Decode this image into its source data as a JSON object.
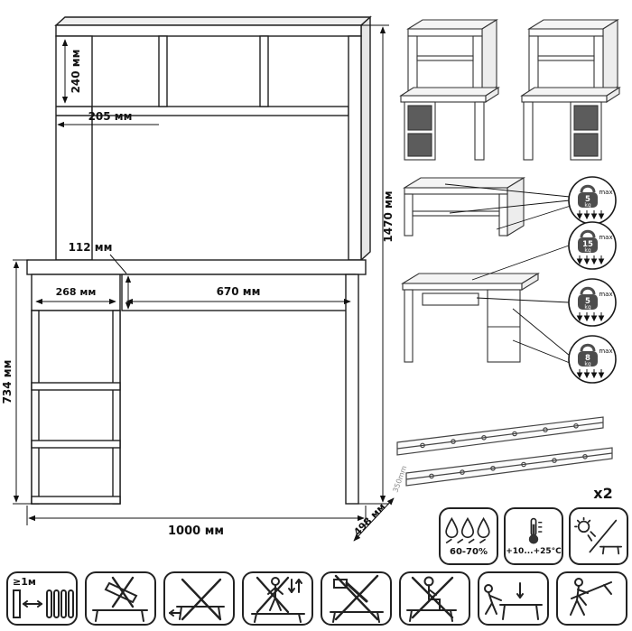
{
  "main_drawing": {
    "dim_240": "240 мм",
    "dim_205": "205 мм",
    "dim_1470": "1470 мм",
    "dim_112": "112 мм",
    "dim_268": "268 мм",
    "dim_670": "670 мм",
    "dim_734": "734 мм",
    "dim_1000": "1000 мм",
    "dim_498": "498 мм"
  },
  "load_limits": [
    {
      "weight": "5",
      "unit": "kg",
      "note": "max"
    },
    {
      "weight": "15",
      "unit": "kg",
      "note": "max"
    },
    {
      "weight": "5",
      "unit": "kg",
      "note": "max"
    },
    {
      "weight": "8",
      "unit": "kg",
      "note": "max"
    }
  ],
  "slides": {
    "length": "350mm",
    "quantity": "x2"
  },
  "conditions": {
    "humidity": "60-70%",
    "temperature": "+10...+25°С"
  },
  "warnings": {
    "distance": "≥1м"
  },
  "colors": {
    "line": "#1f1f1f",
    "dark_fill": "#5c5c5c"
  }
}
